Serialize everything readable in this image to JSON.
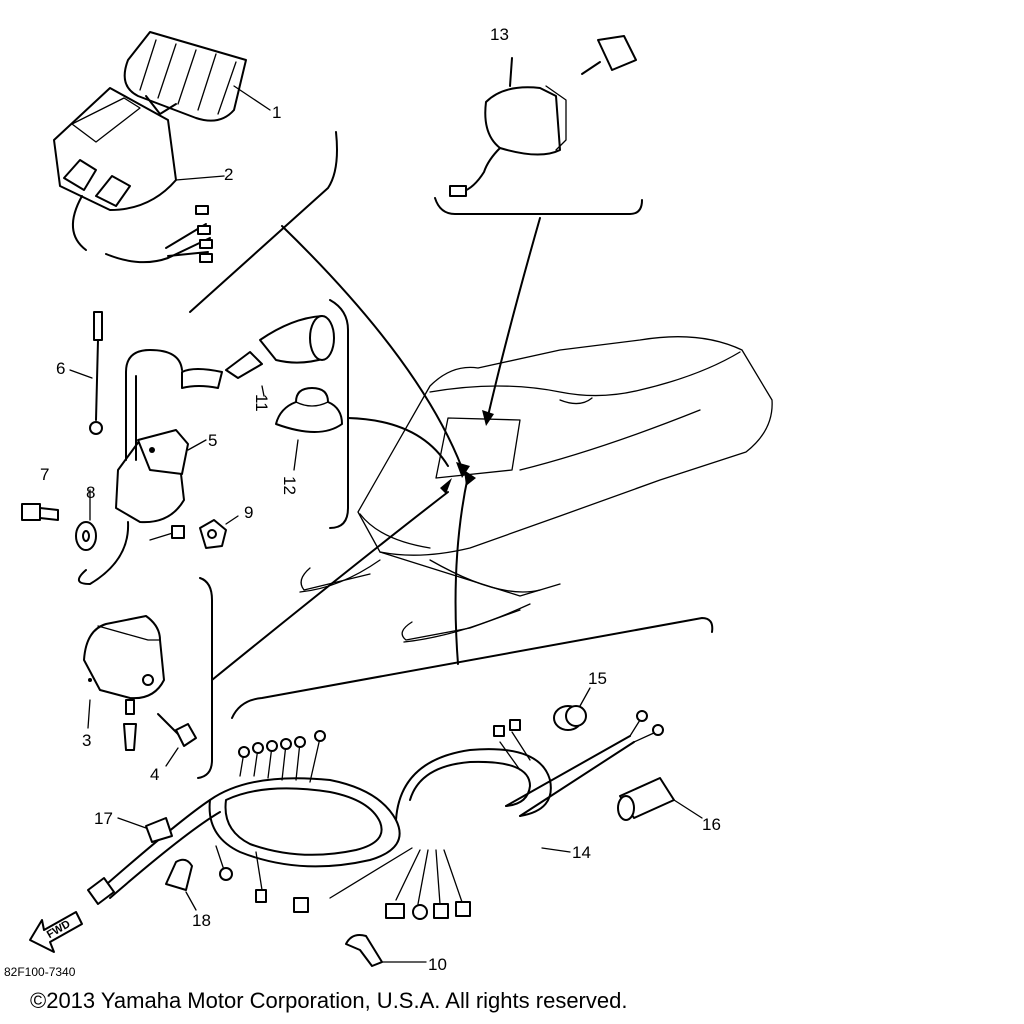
{
  "callouts": {
    "c1": "1",
    "c2": "2",
    "c3": "3",
    "c4": "4",
    "c5": "5",
    "c6": "6",
    "c7": "7",
    "c8": "8",
    "c9": "9",
    "c10": "10",
    "c11": "11",
    "c12": "12",
    "c13": "13",
    "c14": "14",
    "c15": "15",
    "c16": "16",
    "c17": "17",
    "c18": "18"
  },
  "direction_label": "FWD",
  "part_code": "82F100-7340",
  "copyright": "©2013 Yamaha Motor Corporation, U.S.A. All rights reserved."
}
